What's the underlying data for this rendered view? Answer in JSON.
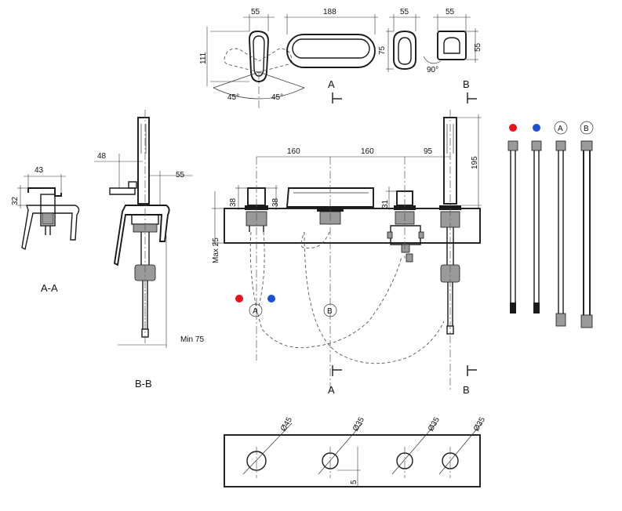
{
  "dimensions": {
    "handle_width": "55",
    "handle_height": "111",
    "angle_left": "45°",
    "angle_right": "45°",
    "spout_length": "188",
    "diverter_width": "55",
    "diverter_height": "75",
    "angle_90": "90°",
    "shower_holder_width": "55",
    "shower_holder_height": "55",
    "aa_width": "43",
    "aa_height": "32",
    "bb_offset": "48",
    "bb_width": "55",
    "bb_min": "Min 75",
    "spacing_1": "160",
    "spacing_2": "160",
    "spacing_3": "95",
    "shower_height": "195",
    "h_left": "38",
    "h_right": "38",
    "h_31": "31",
    "max_25": "Max 25",
    "dia_1": "Ø45",
    "dia_2": "Ø35",
    "dia_3": "Ø35",
    "dia_4": "Ø35",
    "dim_5": "5"
  },
  "labels": {
    "section_a_top": "A",
    "section_b_top": "B",
    "section_a_bottom": "A",
    "section_b_bottom": "B",
    "view_aa": "A-A",
    "view_bb": "B-B",
    "hose_a": "A",
    "hose_b": "B",
    "legend_a": "A",
    "legend_b": "B"
  },
  "colors": {
    "hot": "#e8141c",
    "cold": "#1f4fd6"
  },
  "icons": [
    "hot-water-dot-icon",
    "cold-water-dot-icon"
  ]
}
